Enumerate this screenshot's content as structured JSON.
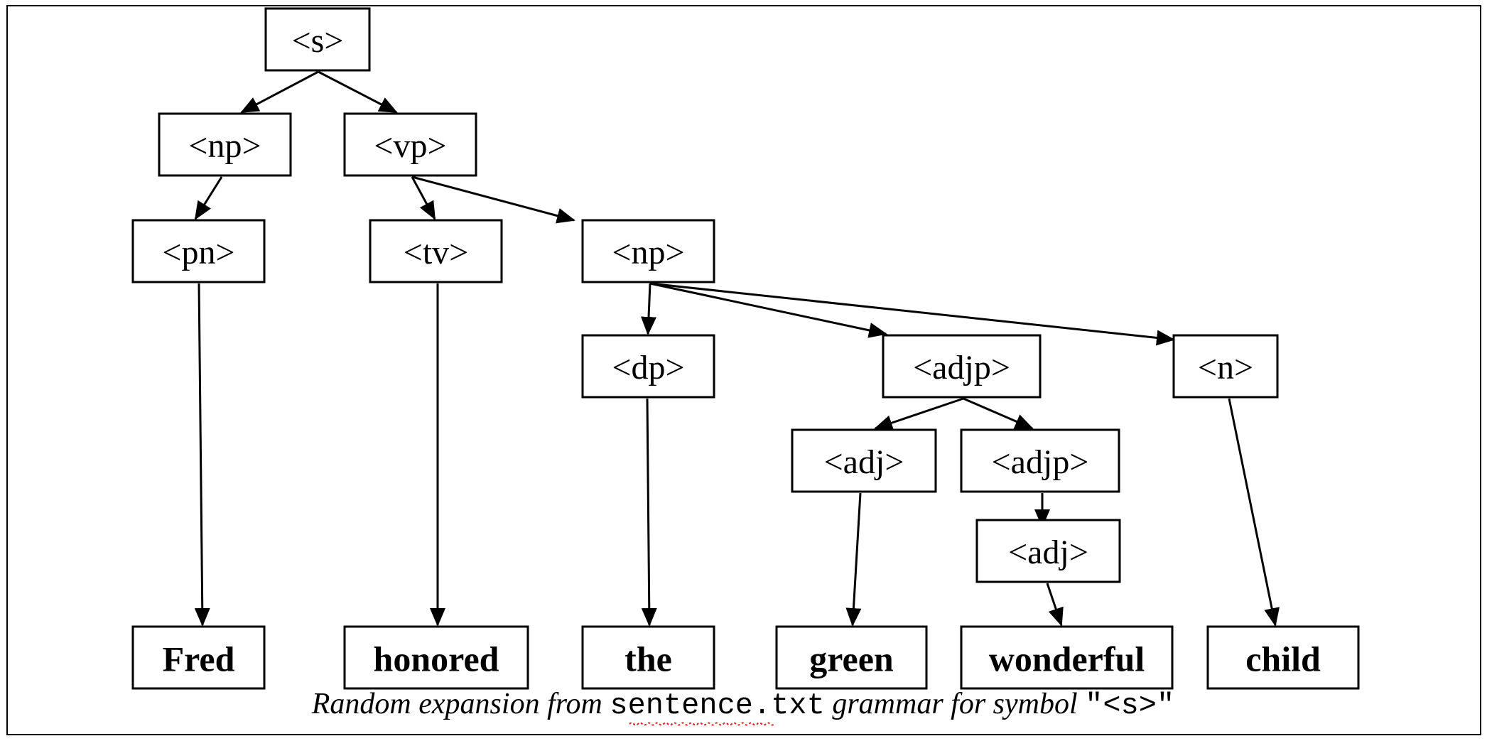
{
  "diagram": {
    "nodes": {
      "s": "<s>",
      "np1": "<np>",
      "vp": "<vp>",
      "pn": "<pn>",
      "tv": "<tv>",
      "np2": "<np>",
      "dp": "<dp>",
      "adjp1": "<adjp>",
      "n": "<n>",
      "adj1": "<adj>",
      "adjp2": "<adjp>",
      "adj2": "<adj>"
    },
    "leaves": {
      "fred": "Fred",
      "honored": "honored",
      "the": "the",
      "green": "green",
      "wonderful": "wonderful",
      "child": "child"
    },
    "edges": [
      [
        "s",
        "np1"
      ],
      [
        "s",
        "vp"
      ],
      [
        "np1",
        "pn"
      ],
      [
        "vp",
        "tv"
      ],
      [
        "vp",
        "np2"
      ],
      [
        "pn",
        "fred"
      ],
      [
        "tv",
        "honored"
      ],
      [
        "np2",
        "dp"
      ],
      [
        "np2",
        "adjp1"
      ],
      [
        "np2",
        "n"
      ],
      [
        "dp",
        "the"
      ],
      [
        "adjp1",
        "adj1"
      ],
      [
        "adjp1",
        "adjp2"
      ],
      [
        "adj1",
        "green"
      ],
      [
        "adjp2",
        "adj2"
      ],
      [
        "adj2",
        "wonderful"
      ],
      [
        "n",
        "child"
      ]
    ]
  },
  "caption": {
    "prefix": "Random expansion from ",
    "filename": "sentence.txt",
    "middle": " grammar for symbol ",
    "symbol": "\"<s>\""
  }
}
